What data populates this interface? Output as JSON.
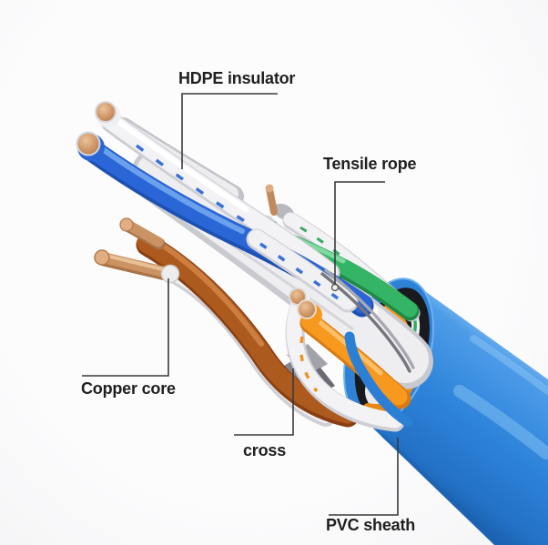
{
  "labels": {
    "hdpe_insulator": "HDPE insulator",
    "tensile_rope": "Tensile rope",
    "copper_core": "Copper core",
    "cross": "cross",
    "pvc_sheath": "PVC sheath"
  },
  "colors": {
    "pvc_sheath_blue": "#2f86dc",
    "sheath_highlight": "#a8d4f8",
    "wire_blue": "#2a66d6",
    "wire_green": "#34b565",
    "wire_orange": "#f7981f",
    "wire_brown": "#ad5a1e",
    "insulation_white": "#f3f3f6",
    "copper": "#cb9263",
    "tensile_rope_gray": "#85858c",
    "leader_line": "#3a3a3a",
    "label_text": "#1f1f1f",
    "background": "#fbfbfc"
  }
}
